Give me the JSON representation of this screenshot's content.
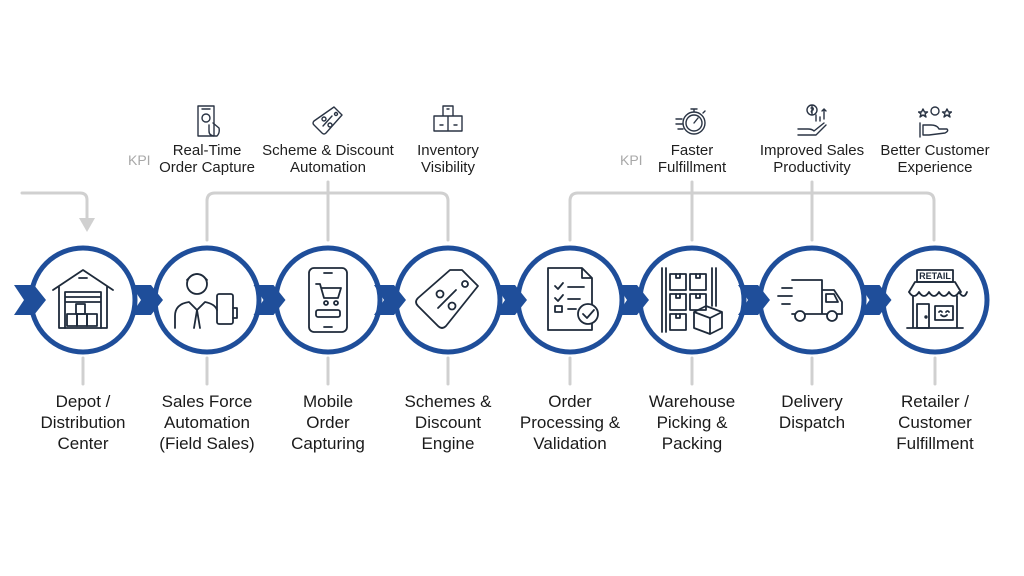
{
  "diagram": {
    "accent_color": "#1f4e9a",
    "connector_color": "#d0d0d0",
    "kpi_groups": [
      {
        "tag": "KPI",
        "items": [
          {
            "icon": "mobile-touch-gear-icon",
            "label_lines": [
              "Real-Time",
              "Order Capture"
            ]
          },
          {
            "icon": "discount-tag-icon",
            "label_lines": [
              "Scheme & Discount",
              "Automation"
            ]
          },
          {
            "icon": "stacked-boxes-icon",
            "label_lines": [
              "Inventory",
              "Visibility"
            ]
          }
        ]
      },
      {
        "tag": "KPI",
        "items": [
          {
            "icon": "stopwatch-icon",
            "label_lines": [
              "Faster",
              "Fulfillment"
            ]
          },
          {
            "icon": "hand-growth-dollar-icon",
            "label_lines": [
              "Improved Sales",
              "Productivity"
            ]
          },
          {
            "icon": "customer-stars-hand-icon",
            "label_lines": [
              "Better Customer",
              "Experience"
            ]
          }
        ]
      }
    ],
    "steps": [
      {
        "icon": "warehouse-icon",
        "label_lines": [
          "Depot /",
          "Distribution",
          "Center"
        ]
      },
      {
        "icon": "salesperson-phone-icon",
        "label_lines": [
          "Sales Force",
          "Automation",
          "(Field Sales)"
        ]
      },
      {
        "icon": "mobile-cart-icon",
        "label_lines": [
          "Mobile",
          "Order",
          "Capturing"
        ]
      },
      {
        "icon": "percent-tag-icon",
        "label_lines": [
          "Schemes &",
          "Discount",
          "Engine"
        ]
      },
      {
        "icon": "checklist-document-icon",
        "label_lines": [
          "Order",
          "Processing &",
          "Validation"
        ]
      },
      {
        "icon": "shelf-boxes-icon",
        "label_lines": [
          "Warehouse",
          "Picking &",
          "Packing"
        ]
      },
      {
        "icon": "delivery-truck-icon",
        "label_lines": [
          "Delivery",
          "Dispatch"
        ]
      },
      {
        "icon": "retail-store-icon",
        "label_lines": [
          "Retailer /",
          "Customer",
          "Fulfillment"
        ],
        "sign": "RETAIL"
      }
    ]
  }
}
